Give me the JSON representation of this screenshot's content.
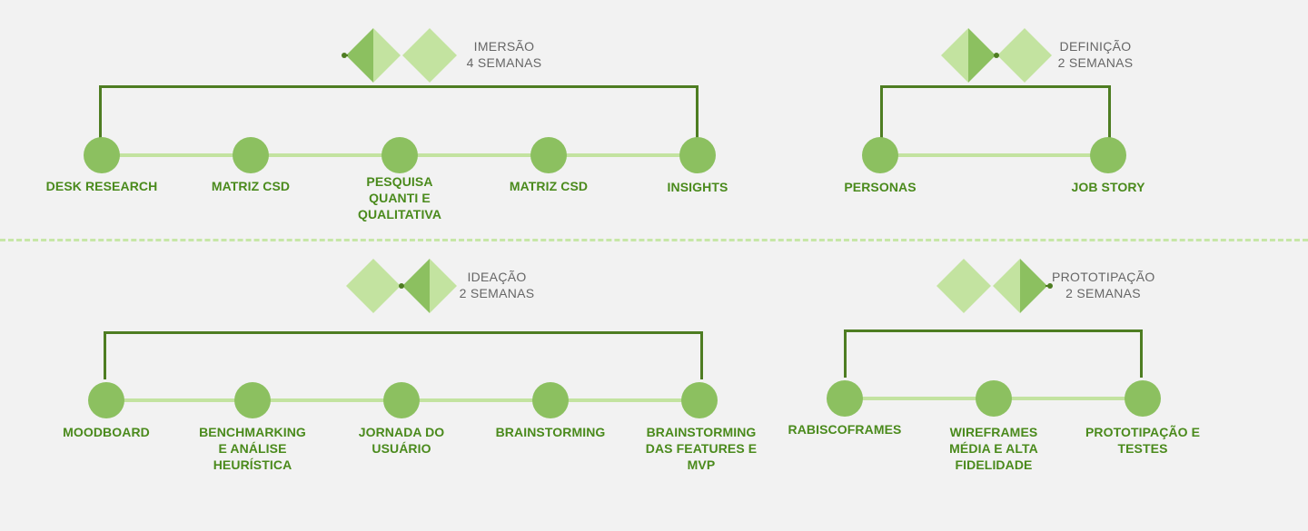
{
  "phases": [
    {
      "title": "IMERSÃO",
      "duration": "4 SEMANAS",
      "steps": [
        "DESK RESEARCH",
        "MATRIZ CSD",
        "PESQUISA QUANTI E QUALITATIVA",
        "MATRIZ CSD",
        "INSIGHTS"
      ]
    },
    {
      "title": "DEFINIÇÃO",
      "duration": "2 SEMANAS",
      "steps": [
        "PERSONAS",
        "JOB STORY"
      ]
    },
    {
      "title": "IDEAÇÃO",
      "duration": "2 SEMANAS",
      "steps": [
        "MOODBOARD",
        "BENCHMARKING E ANÁLISE HEURÍSTICA",
        "JORNADA DO USUÁRIO",
        "BRAINSTORMING",
        "BRAINSTORMING DAS FEATURES E MVP"
      ]
    },
    {
      "title": "PROTOTIPAÇÃO",
      "duration": "2 SEMANAS",
      "steps": [
        "RABISCOFRAMES",
        "WIREFRAMES MÉDIA E ALTA FIDELIDADE",
        "PROTOTIPAÇÃO E TESTES"
      ]
    }
  ],
  "colors": {
    "node": "#8cc060",
    "track": "#c3e3a0",
    "bracket": "#4e7d22",
    "label": "#4a8a1c",
    "diamond_light": "#c3e3a0",
    "diamond_dark": "#8cc060",
    "diamond_mid": "#a3d27c"
  }
}
